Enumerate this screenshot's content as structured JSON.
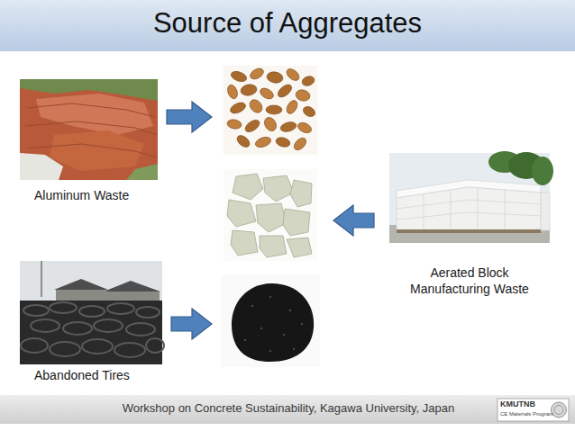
{
  "diagram": {
    "title": "Source of Aggregates",
    "nodes": [
      {
        "text": [
          "Aluminum Waste"
        ]
      },
      {
        "text": [
          "Aerated Block Manufacturing Waste"
        ]
      },
      {
        "text": [
          "Abandoned Tires"
        ]
      }
    ],
    "labels": [
      "Workshop on Concrete Sustainability, Kagawa University, Japan",
      "KMUTNB",
      "CE Materials Program"
    ]
  }
}
